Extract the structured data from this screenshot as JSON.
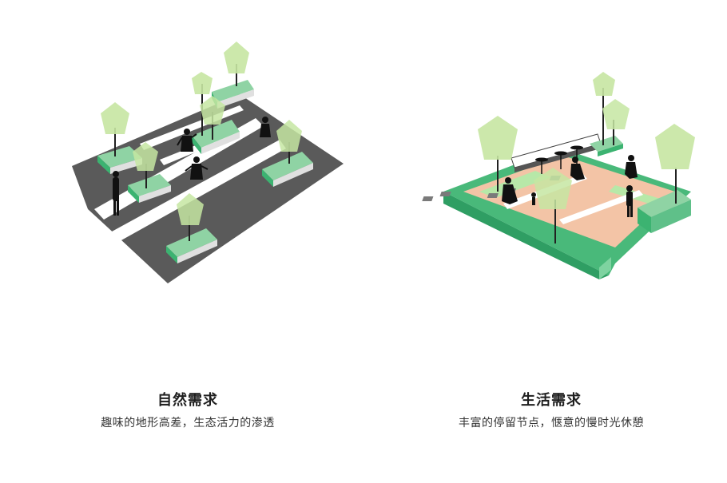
{
  "left": {
    "title": "自然需求",
    "subtitle": "趣味的地形高差，生态活力的渗透"
  },
  "right": {
    "title": "生活需求",
    "subtitle": "丰富的停留节点，惬意的慢时光休憩"
  },
  "colors": {
    "road": "#5a5a5a",
    "road_marking": "#ffffff",
    "planter_top": "#8fd3a4",
    "planter_side": "#3cb371",
    "tree": "#c6e6a2",
    "plaza": "#f3c4a6",
    "border_green": "#49b97a",
    "silhouette": "#111111"
  }
}
